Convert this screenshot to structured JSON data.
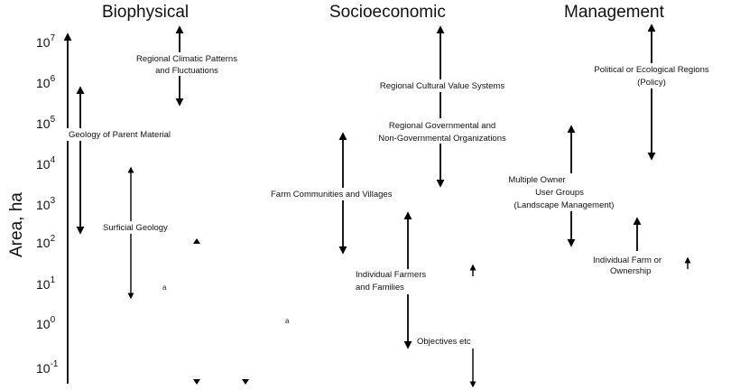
{
  "headings": {
    "biophysical": "Biophysical",
    "socioeconomic": "Socioeconomic",
    "management": "Management"
  },
  "y_axis": {
    "label": "Area, ha",
    "ticks": [
      {
        "base": "10",
        "exp": "7"
      },
      {
        "base": "10",
        "exp": "6"
      },
      {
        "base": "10",
        "exp": "5"
      },
      {
        "base": "10",
        "exp": "4"
      },
      {
        "base": "10",
        "exp": "3"
      },
      {
        "base": "10",
        "exp": "2"
      },
      {
        "base": "10",
        "exp": "1"
      },
      {
        "base": "10",
        "exp": "0"
      },
      {
        "base": "10",
        "exp": "-1"
      }
    ]
  },
  "biophysical": {
    "climate_line1": "Regional Climatic Patterns",
    "climate_line2": "and Fluctuations",
    "parent_material": "Geology of Parent Material",
    "surficial": "Surficial Geology",
    "mark_a1": "a",
    "mark_a2": "a"
  },
  "socioeconomic": {
    "cultural": "Regional Cultural Value Systems",
    "gov_line1": "Regional Governmental and",
    "gov_line2": "Non-Governmental Organizations",
    "communities": "Farm Communities and Villages",
    "farmers_line1": "Individual Farmers",
    "farmers_line2": "and Families",
    "objectives": "Objectives etc"
  },
  "management": {
    "political_line1": "Political or Ecological Regions",
    "political_line2": "(Policy)",
    "groups_line1": "Multiple Owner",
    "groups_line2": "User Groups",
    "groups_line3": "(Landscape Management)",
    "farm_line1": "Individual Farm or",
    "farm_line2": "Ownership"
  }
}
